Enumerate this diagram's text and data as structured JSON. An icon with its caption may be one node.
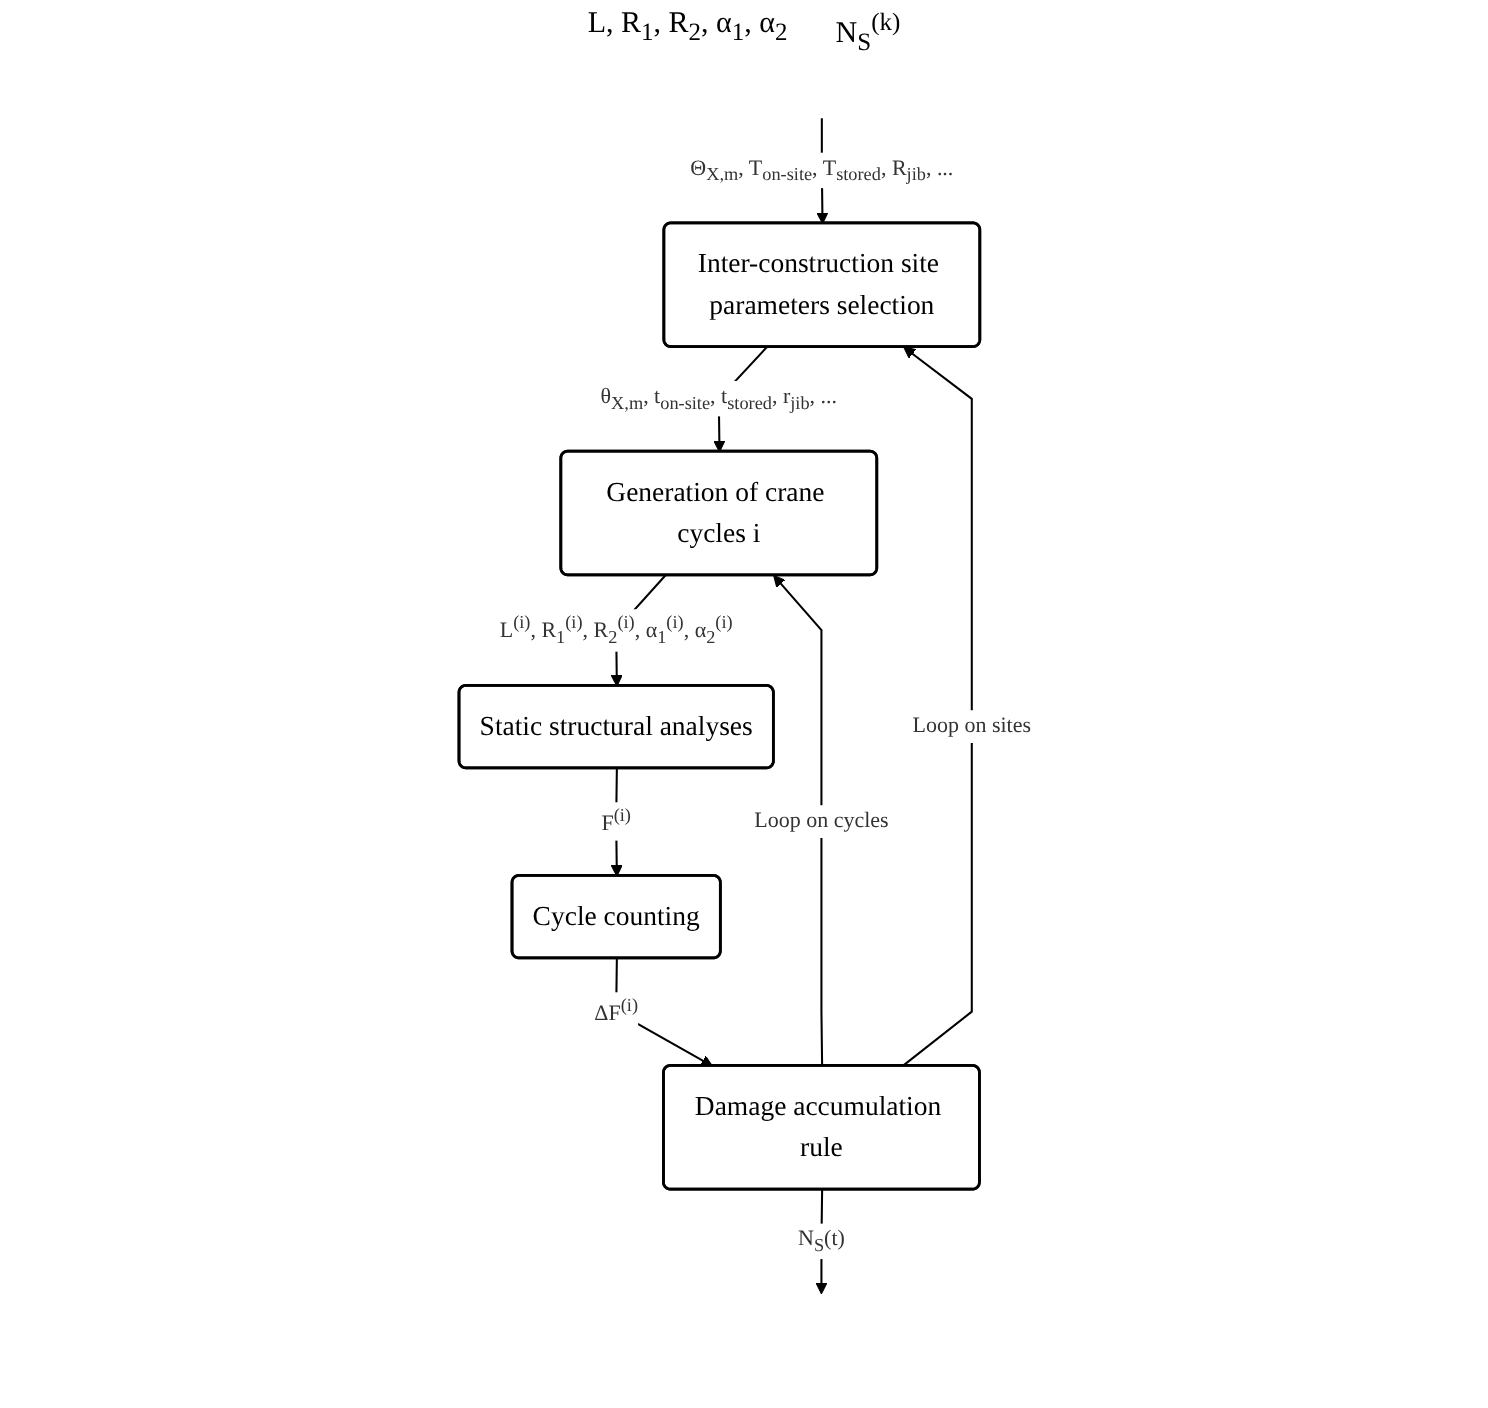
{
  "diagram": {
    "nodes": [
      {
        "text": [
          "Inter-construction site parameters selection"
        ]
      },
      {
        "text": [
          "Generation of crane cycles i"
        ]
      },
      {
        "text": [
          "Static structural analyses"
        ]
      },
      {
        "text": [
          "Cycle counting"
        ]
      },
      {
        "text": [
          "Damage accumulation rule"
        ]
      }
    ],
    "edges": [
      {
        "from": null,
        "to": 0,
        "arrow": "to",
        "label": "Θ$_{X,m}$, T$_{on-site}$, T$_{stored}$, R$_{jib}$, ..."
      },
      {
        "from": 0,
        "to": 1,
        "arrow": "to",
        "label": "θ$_{X,m}$, t$_{on-site}$, t$_{stored}$, r$_{jib}$, ..."
      },
      {
        "from": 1,
        "to": 2,
        "arrow": "to",
        "label": "L$^{(i)}$, R$_{1}$$^{(i)}$, R$_{2}$$^{(i)}$, α$_{1}$$^{(i)}$, α$_{2}$$^{(i)}$"
      },
      {
        "from": 2,
        "to": 3,
        "arrow": "to",
        "label": "F$^{(i)}$"
      },
      {
        "from": 3,
        "to": 4,
        "arrow": "to",
        "label": "ΔF$^{(i)}$"
      },
      {
        "from": 4,
        "to": 1,
        "arrow": "to",
        "label": "Loop on cycles"
      },
      {
        "from": 4,
        "to": 0,
        "arrow": "to",
        "label": "Loop on sites"
      },
      {
        "from": 4,
        "to": null,
        "arrow": "to",
        "label": "N$_{S}$(t)"
      }
    ],
    "labels": [
      "L, R$_{1}$, R$_{2}$, α$_{1}$, α$_{2}$",
      "N$_{S}$$^{(k)}$"
    ]
  }
}
